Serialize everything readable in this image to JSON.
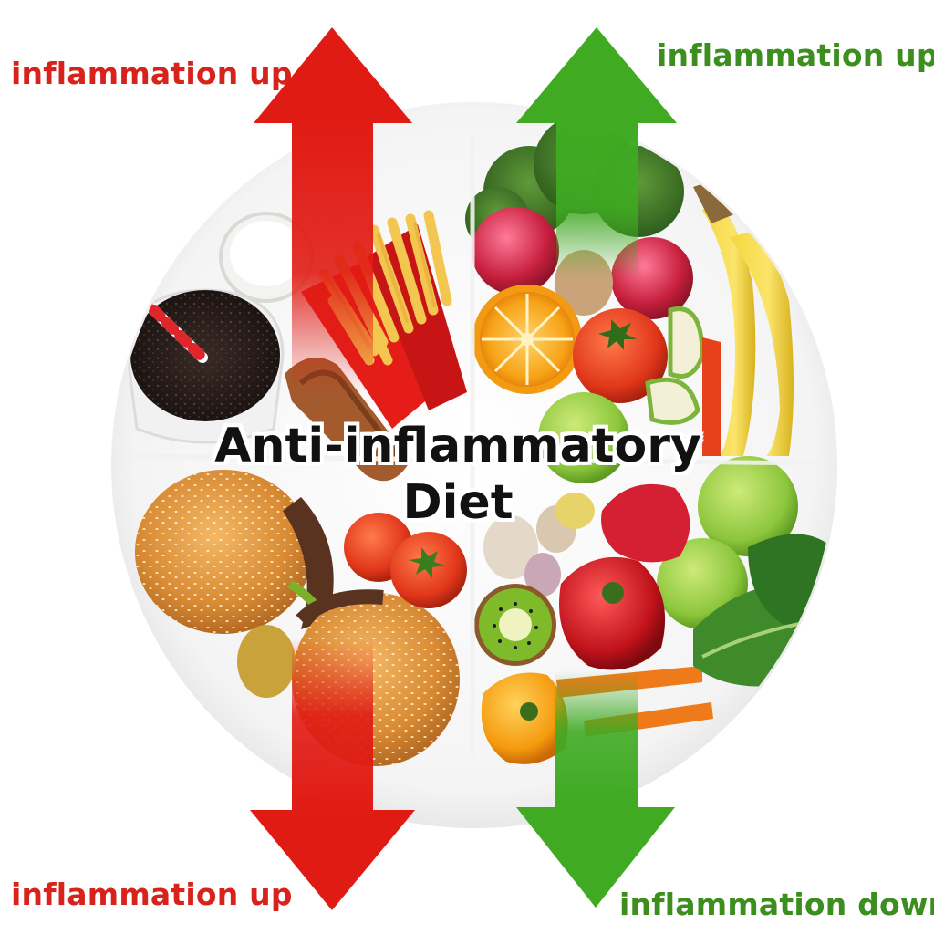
{
  "title": {
    "line1": "Anti-inflammatory",
    "line2": "Diet"
  },
  "labels": {
    "top_left": "inflammation up",
    "top_right": "inflammation up",
    "bottom_left": "inflammation up",
    "bottom_right": "inflammation down"
  },
  "colors": {
    "red_label": "#d8231d",
    "green_label": "#3c8f1f",
    "red_arrow": "#e01b14",
    "green_arrow": "#3faa22"
  },
  "icons": {
    "top_left_arrow": "red-arrow-up-icon",
    "bottom_left_arrow": "red-arrow-down-icon",
    "top_right_arrow": "green-arrow-up-icon",
    "bottom_right_arrow": "green-arrow-down-icon"
  }
}
